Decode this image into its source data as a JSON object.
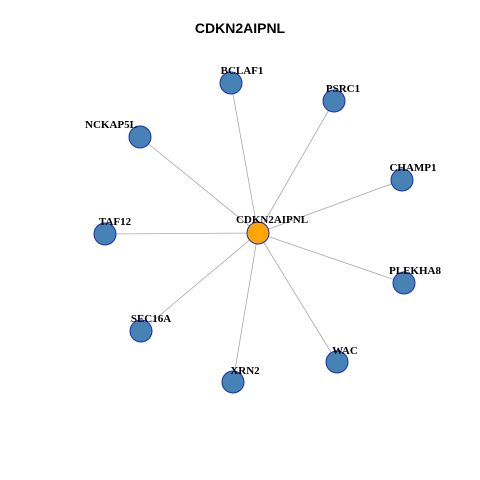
{
  "title": "CDKN2AIPNL",
  "colors": {
    "hub_fill": "#ffa500",
    "leaf_fill": "#4682b4",
    "node_stroke": "#1a2fb8",
    "edge": "#a8a8a8"
  },
  "graph": {
    "hub": {
      "id": "CDKN2AIPNL",
      "label": "CDKN2AIPNL"
    },
    "leaves": [
      {
        "id": "BCLAF1",
        "label": "BCLAF1"
      },
      {
        "id": "PSRC1",
        "label": "PSRC1"
      },
      {
        "id": "NCKAP5L",
        "label": "NCKAP5L"
      },
      {
        "id": "CHAMP1",
        "label": "CHAMP1"
      },
      {
        "id": "TAF12",
        "label": "TAF12"
      },
      {
        "id": "PLEKHA8",
        "label": "PLEKHA8"
      },
      {
        "id": "SEC16A",
        "label": "SEC16A"
      },
      {
        "id": "WAC",
        "label": "WAC"
      },
      {
        "id": "XRN2",
        "label": "XRN2"
      }
    ]
  }
}
